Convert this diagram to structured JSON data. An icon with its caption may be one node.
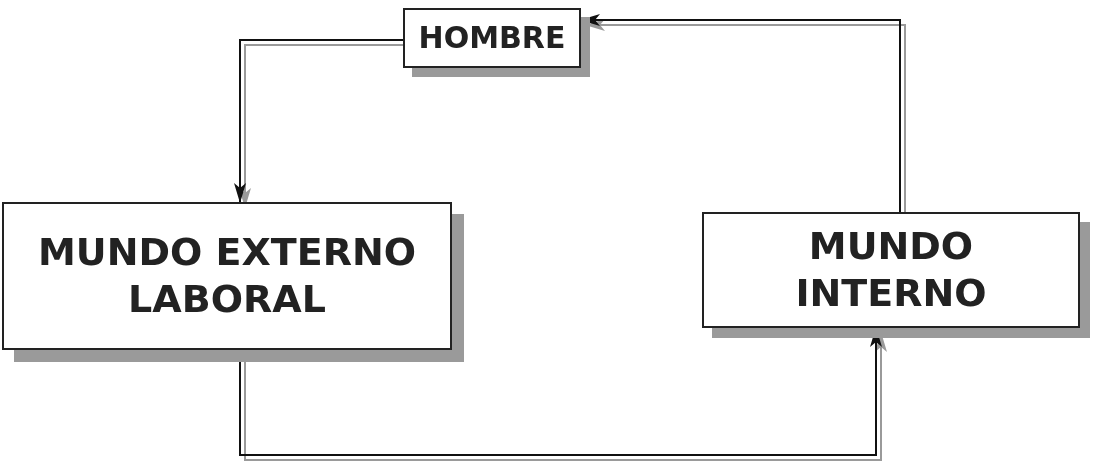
{
  "diagram": {
    "nodes": [
      {
        "text": [
          "HOMBRE"
        ]
      },
      {
        "text": [
          "MUNDO EXTERNO LABORAL"
        ]
      },
      {
        "text": [
          "MUNDO INTERNO"
        ]
      }
    ],
    "edges": [
      {
        "from": 0,
        "to": 1,
        "arrow": "to"
      },
      {
        "from": 1,
        "to": 2,
        "arrow": "to"
      },
      {
        "from": 2,
        "to": 0,
        "arrow": "to"
      }
    ]
  }
}
